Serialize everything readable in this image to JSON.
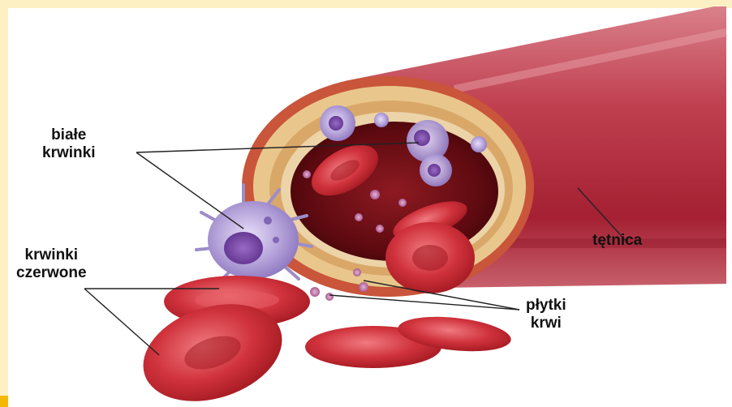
{
  "labels": {
    "white_cells": [
      "białe",
      "krwinki"
    ],
    "red_cells": [
      "krwinki",
      "czerwone"
    ],
    "artery": "tętnica",
    "platelets": [
      "płytki",
      "krwi"
    ]
  },
  "colors": {
    "background_border": "#fdf1c4",
    "artery_wall": "#b52a37",
    "artery_interior": "#6e0d12",
    "wall_tissue": "#e7c58a",
    "red_cell": "#c8202c",
    "white_cell": "#b7a8d8",
    "platelet": "#b56a9a",
    "corner_mark": "#f5b800"
  }
}
